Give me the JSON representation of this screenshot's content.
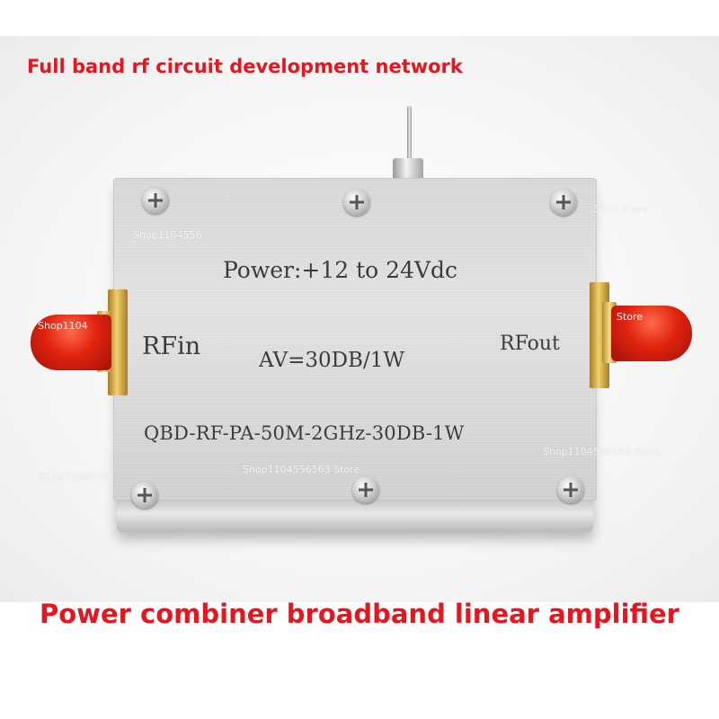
{
  "header": {
    "text": "Full band rf circuit development network"
  },
  "footer": {
    "text": "Power combiner broadband linear amplifier"
  },
  "device": {
    "power_label": "Power:+12 to 24Vdc",
    "input_label": "RFin",
    "output_label": "RFout",
    "gain_label": "AV=30DB/1W",
    "model_label": "QBD-RF-PA-50M-2GHz-30DB-1W"
  },
  "watermarks": {
    "left_top": "Shop1104556",
    "left_mid": "Shop1104",
    "left_low": "Shop1104556",
    "right_top": "5563 Store",
    "right_mid": "Store",
    "center_low": "Shop1104556563 Store",
    "right_low": "Shop1104556563 Store"
  },
  "colors": {
    "headline_red": "#e8141e",
    "cap_red": "#e0230f",
    "connector_gold": "#f1cf6d",
    "enclosure_silver": "#dcdcdc",
    "engraving": "#3c3c3c"
  }
}
